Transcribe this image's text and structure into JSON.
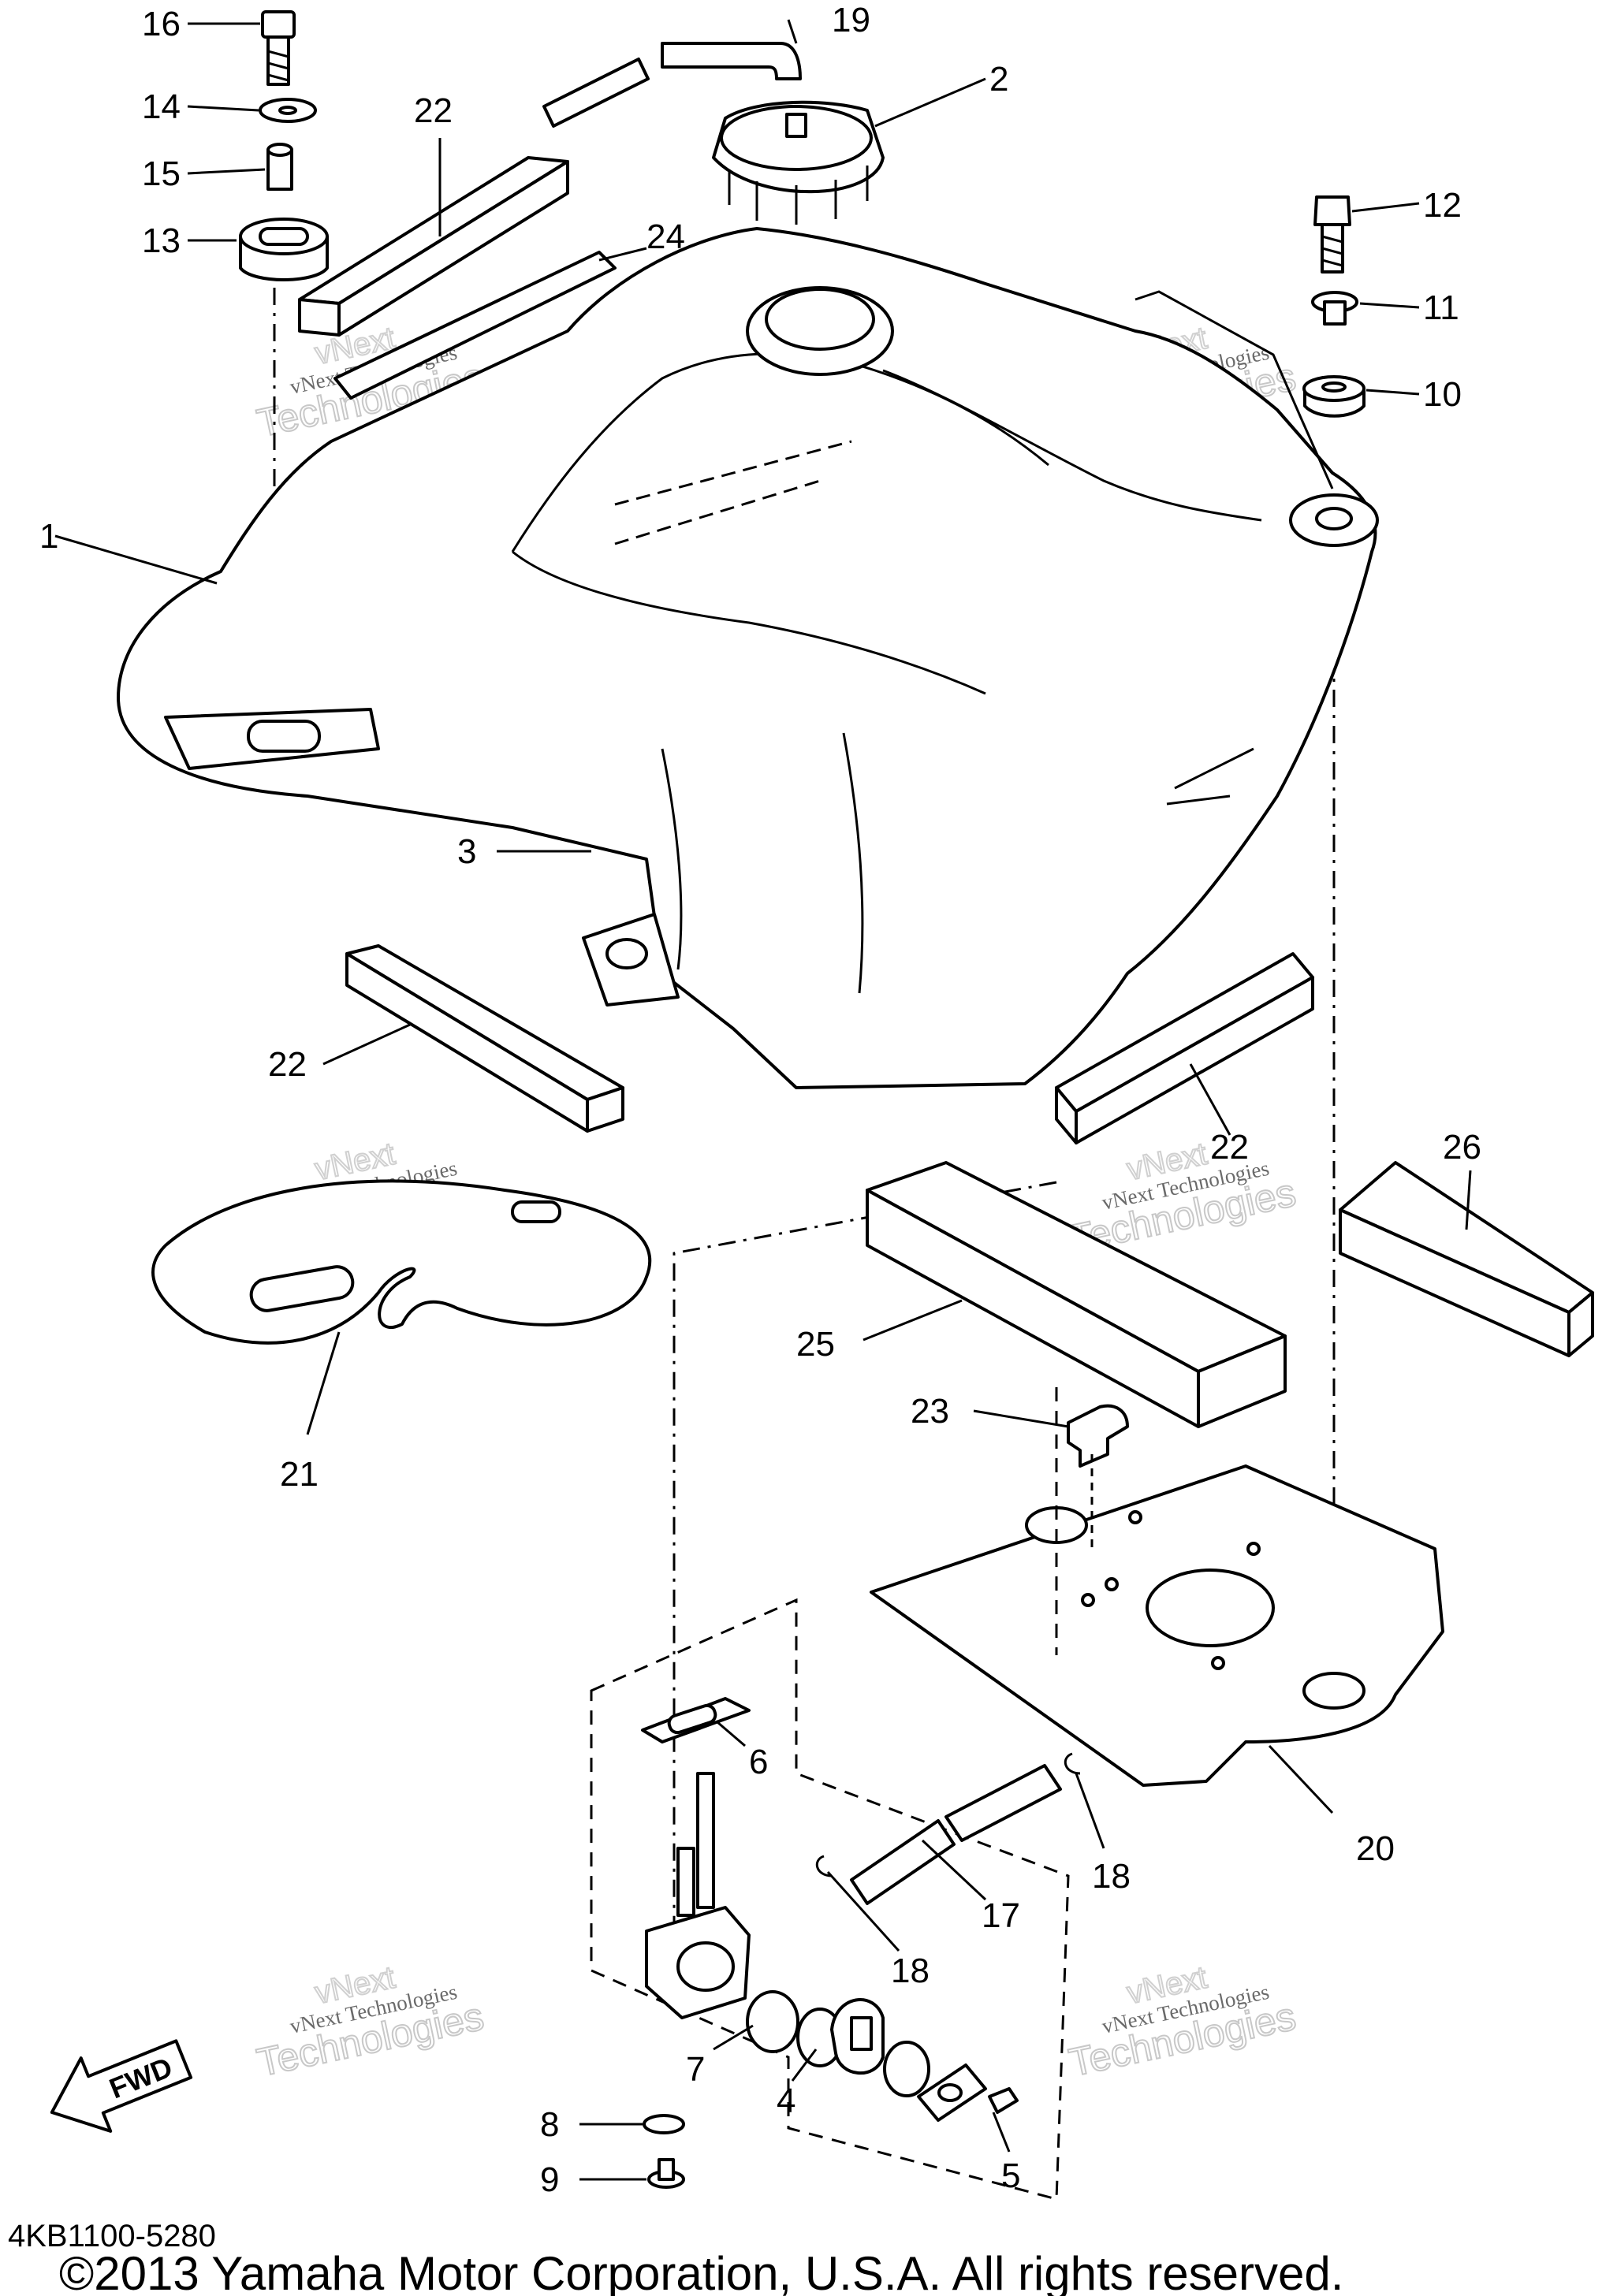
{
  "diagram_code": "4KB1100-5280",
  "copyright": "©2013 Yamaha Motor Corporation, U.S.A. All rights reserved.",
  "fwd_label": "FWD",
  "watermark": {
    "line1": "vNext Technologies",
    "line2": "Technologies",
    "top": "vNext"
  },
  "callouts": {
    "c1": "1",
    "c2": "2",
    "c3": "3",
    "c4": "4",
    "c5": "5",
    "c6": "6",
    "c7": "7",
    "c8": "8",
    "c9": "9",
    "c10": "10",
    "c11": "11",
    "c12": "12",
    "c13": "13",
    "c14": "14",
    "c15": "15",
    "c16": "16",
    "c17": "17",
    "c18a": "18",
    "c18b": "18",
    "c19": "19",
    "c20": "20",
    "c21": "21",
    "c22a": "22",
    "c22b": "22",
    "c22c": "22",
    "c23": "23",
    "c24": "24",
    "c25": "25",
    "c26": "26"
  }
}
